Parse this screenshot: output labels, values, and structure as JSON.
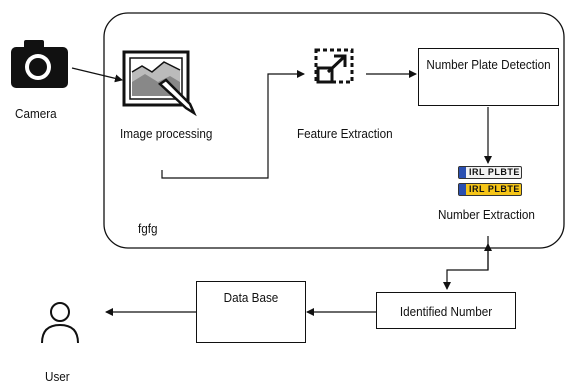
{
  "nodes": {
    "camera": "Camera",
    "image_processing": "Image processing",
    "feature_extraction": "Feature Extraction",
    "number_plate_detection": "Number Plate Detection",
    "number_extraction": "Number Extraction",
    "identified_number": "Identified Number",
    "data_base": "Data Base",
    "user": "User"
  },
  "group_label": "fgfg",
  "plates": [
    {
      "text": "IRL PLBTE",
      "color": "#f2f2f2"
    },
    {
      "text": "IRL PLBTE",
      "color": "#f5c518"
    }
  ],
  "colors": {
    "stroke": "#111111",
    "plate_band": "#2a4fb0"
  }
}
